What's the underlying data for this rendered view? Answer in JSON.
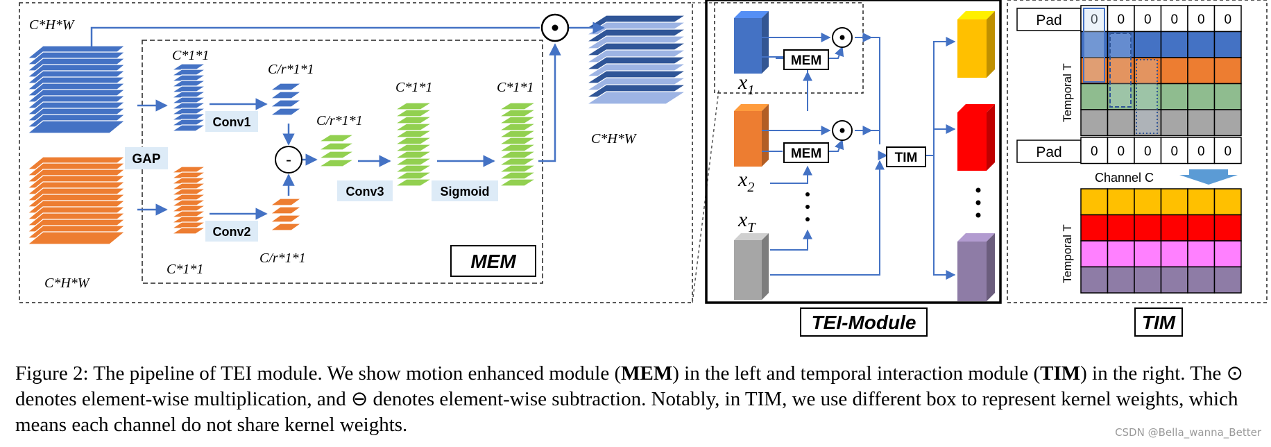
{
  "mem": {
    "input_top_dim": "C*H*W",
    "input_bottom_dim": "C*H*W",
    "output_dim": "C*H*W",
    "gap_label": "GAP",
    "gap_top_dim": "C*1*1",
    "gap_bottom_dim": "C*1*1",
    "conv1_label": "Conv1",
    "conv1_dim": "C/r*1*1",
    "conv2_label": "Conv2",
    "conv2_dim": "C/r*1*1",
    "subtract_symbol": "-",
    "diff_dim": "C/r*1*1",
    "conv3_label": "Conv3",
    "conv3_dim": "C*1*1",
    "sigmoid_label": "Sigmoid",
    "sigmoid_dim": "C*1*1",
    "multiply_symbol": "•",
    "title": "MEM"
  },
  "tei": {
    "x1": "x",
    "x1_sub": "1",
    "x2": "x",
    "x2_sub": "2",
    "xT": "x",
    "xT_sub": "T",
    "mem_label": "MEM",
    "tim_label": "TIM",
    "title": "TEI-Module"
  },
  "tim": {
    "pad_top": "Pad",
    "pad_bottom": "Pad",
    "zeros_top": [
      "0",
      "0",
      "0",
      "0",
      "0",
      "0"
    ],
    "zeros_bottom": [
      "0",
      "0",
      "0",
      "0",
      "0",
      "0"
    ],
    "temporal_label_top": "Temporal T",
    "temporal_label_bottom": "Temporal T",
    "channel_label": "Channel C",
    "title": "TIM"
  },
  "colors": {
    "blue": "#4472C4",
    "orange": "#ED7D31",
    "green": "#92D050",
    "yellow": "#FFC000",
    "red": "#FF0000",
    "gray": "#A6A6A6",
    "purple": "#8E7CA6",
    "pink": "#FF80FF",
    "arrow": "#4472C4",
    "label_bg": "#DDEBF7"
  },
  "caption": {
    "p1": "Figure 2: The pipeline of TEI module. We show motion enhanced module (",
    "b1": "MEM",
    "p2": ") in the left and temporal interaction module (",
    "b2": "TIM",
    "p3": ") in the right. The ⊙ denotes element-wise multiplication, and ⊖ denotes element-wise subtraction. Notably, in TIM, we use different box to represent kernel weights, which means each channel do not share kernel weights."
  },
  "watermark": "CSDN @Bella_wanna_Better"
}
